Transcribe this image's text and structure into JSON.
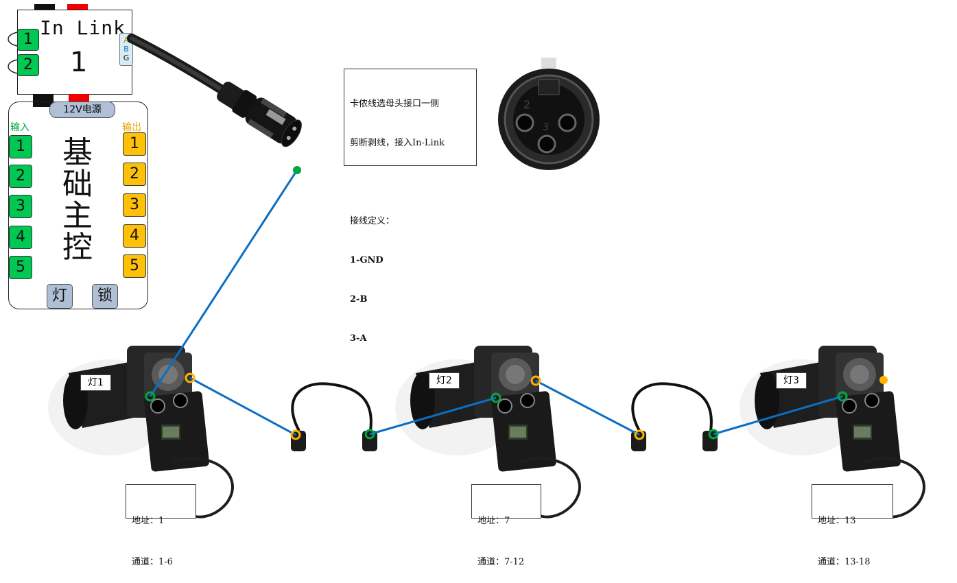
{
  "inlink": {
    "title": "In Link",
    "number": "1",
    "side_letters": [
      "A",
      "B",
      "G"
    ],
    "ports": [
      "1",
      "2"
    ]
  },
  "controller": {
    "power_label": "12V电源",
    "input_label": "输入",
    "output_label": "输出",
    "title_chars": [
      "基",
      "础",
      "主",
      "控"
    ],
    "inputs": [
      "1",
      "2",
      "3",
      "4",
      "5"
    ],
    "outputs": [
      "1",
      "2",
      "3",
      "4",
      "5"
    ],
    "buttons": [
      "灯",
      "锁"
    ]
  },
  "note": {
    "lines": [
      "卡侬线选母头接口一侧",
      "剪断剥线，接入In-Link",
      "",
      "接线定义：",
      "1-GND",
      "2-B",
      "3-A"
    ]
  },
  "xlr_socket_pins": [
    "2",
    "3"
  ],
  "lamps": [
    {
      "name": "灯1",
      "address": "地址：1",
      "channels": "通道：1-6"
    },
    {
      "name": "灯2",
      "address": "地址：7",
      "channels": "通道：7-12"
    },
    {
      "name": "灯3",
      "address": "地址：13",
      "channels": "通道：13-18"
    }
  ],
  "colors": {
    "input": "#00c853",
    "output": "#ffc107",
    "wire": "#0a6fc2",
    "button": "#aebfd6"
  }
}
